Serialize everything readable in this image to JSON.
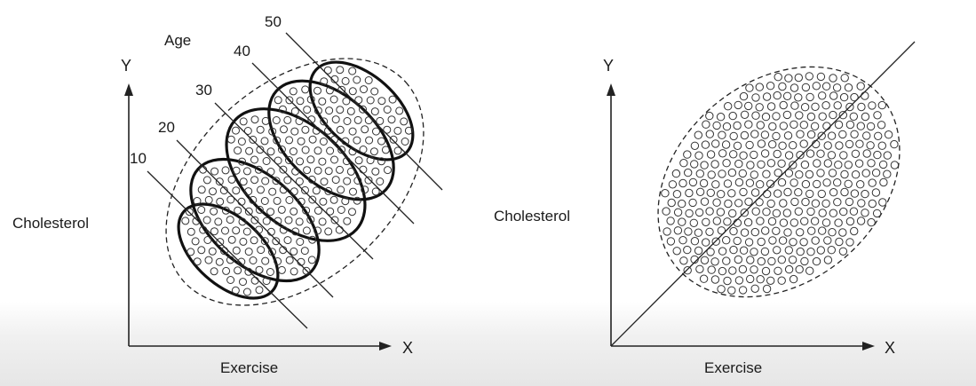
{
  "left_panel": {
    "y_axis_label": "Y",
    "x_axis_label": "X",
    "y_variable": "Cholesterol",
    "x_variable": "Exercise",
    "group_title": "Age",
    "age_groups": [
      "10",
      "20",
      "30",
      "40",
      "50"
    ]
  },
  "right_panel": {
    "y_axis_label": "Y",
    "x_axis_label": "X",
    "y_variable": "Cholesterol",
    "x_variable": "Exercise"
  },
  "colors": {
    "ink": "#1a1a1a",
    "background": "#ffffff"
  }
}
